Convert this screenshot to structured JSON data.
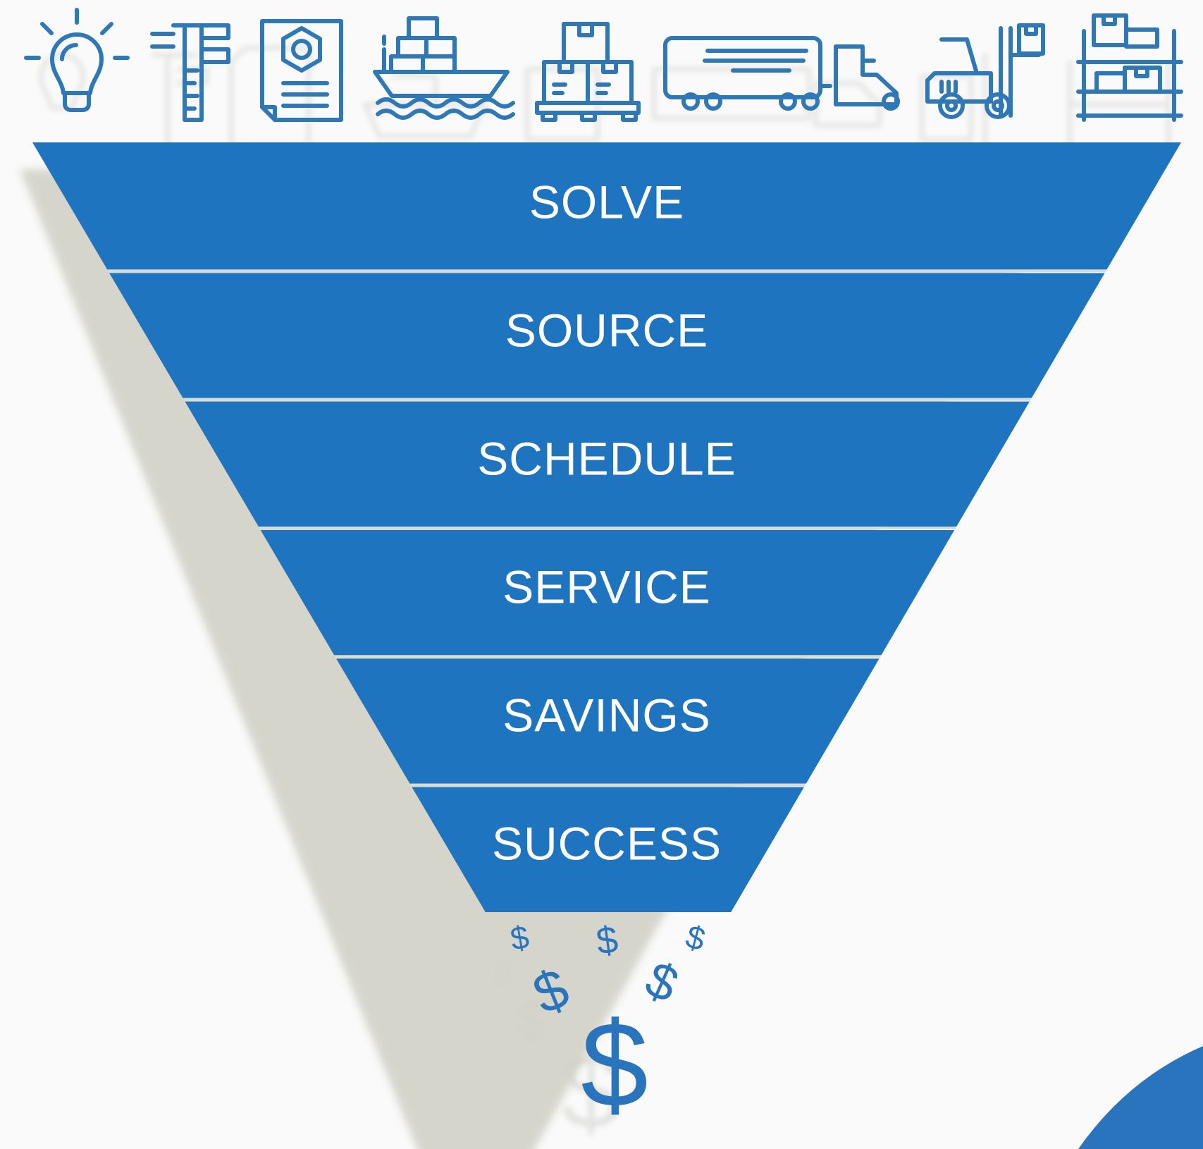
{
  "funnel": {
    "stages": [
      {
        "label": "SOLVE"
      },
      {
        "label": "SOURCE"
      },
      {
        "label": "SCHEDULE"
      },
      {
        "label": "SERVICE"
      },
      {
        "label": "SAVINGS"
      },
      {
        "label": "SUCCESS"
      }
    ],
    "colors": {
      "band": "#1f74bf",
      "separator": "#d4ddd8",
      "shadow": "#c9c9bd",
      "text": "#ffffff"
    }
  },
  "icon_row": {
    "icons": [
      "lightbulb-icon",
      "caliper-icon",
      "hex-nut-document-icon",
      "cargo-ship-icon",
      "pallet-boxes-icon",
      "semi-truck-icon",
      "forklift-icon",
      "warehouse-shelf-icon"
    ],
    "color": "#2f78b8"
  },
  "money": {
    "symbol": "$",
    "count": 6,
    "color": "#2a74bd"
  },
  "corner_accent": {
    "color": "#2a74bd"
  }
}
